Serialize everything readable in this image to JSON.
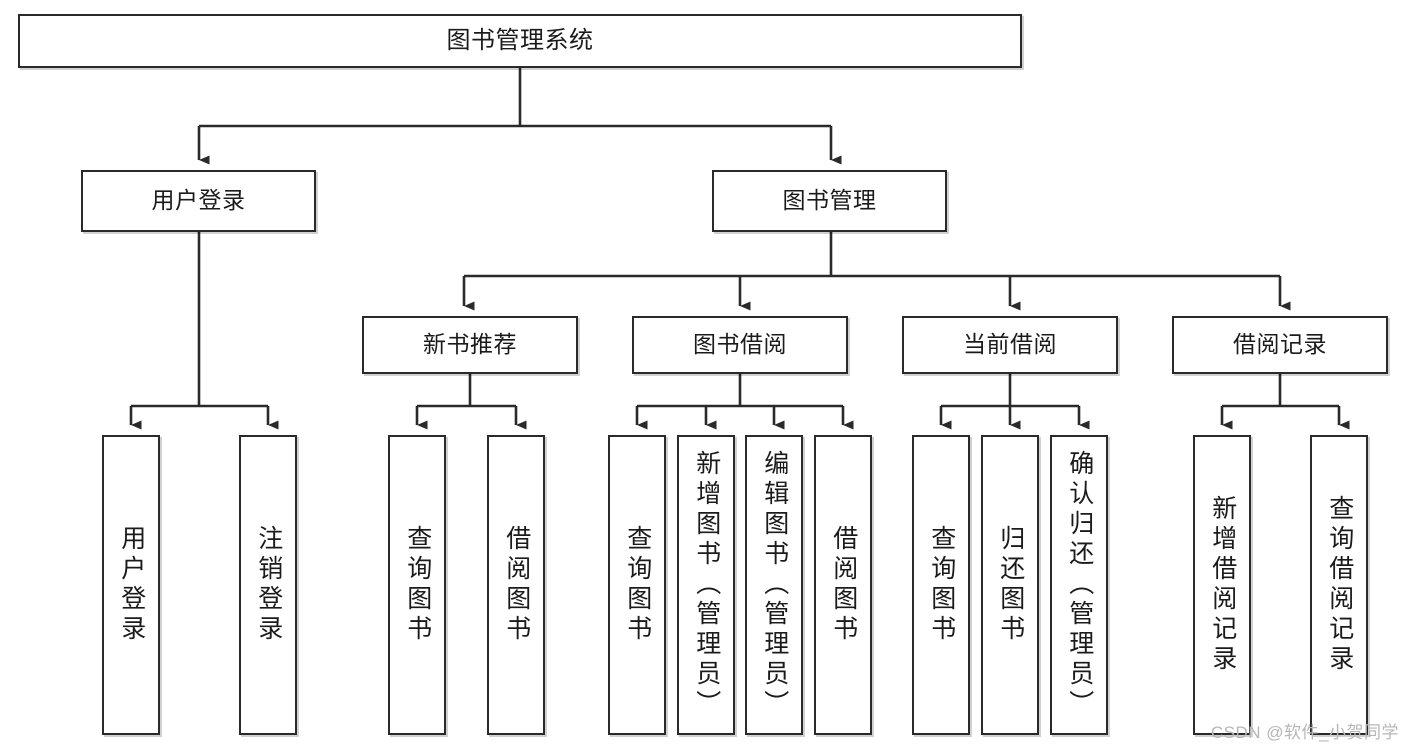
{
  "diagram": {
    "type": "tree",
    "title": "图书管理系统",
    "watermark": "CSDN @软件_小贺同学",
    "colors": {
      "box_border": "#2a2a2a",
      "box_fill": "#ffffff",
      "edge": "#2a2a2a",
      "text": "#1b1b1b",
      "watermark": "#b7b7b7"
    },
    "root": {
      "label": "图书管理系统"
    },
    "level2": [
      {
        "label": "用户登录"
      },
      {
        "label": "图书管理"
      }
    ],
    "level3": [
      {
        "label": "新书推荐"
      },
      {
        "label": "图书借阅"
      },
      {
        "label": "当前借阅"
      },
      {
        "label": "借阅记录"
      }
    ],
    "leaves": {
      "user_login": [
        {
          "label": "用户登录"
        },
        {
          "label": "注销登录"
        }
      ],
      "new_book_recommend": [
        {
          "label": "查询图书"
        },
        {
          "label": "借阅图书"
        }
      ],
      "book_borrow": [
        {
          "label": "查询图书"
        },
        {
          "label": "新增图书（管理员）"
        },
        {
          "label": "编辑图书（管理员）"
        },
        {
          "label": "借阅图书"
        }
      ],
      "current_borrow": [
        {
          "label": "查询图书"
        },
        {
          "label": "归还图书"
        },
        {
          "label": "确认归还（管理员）"
        }
      ],
      "borrow_record": [
        {
          "label": "新增借阅记录"
        },
        {
          "label": "查询借阅记录"
        }
      ]
    }
  }
}
